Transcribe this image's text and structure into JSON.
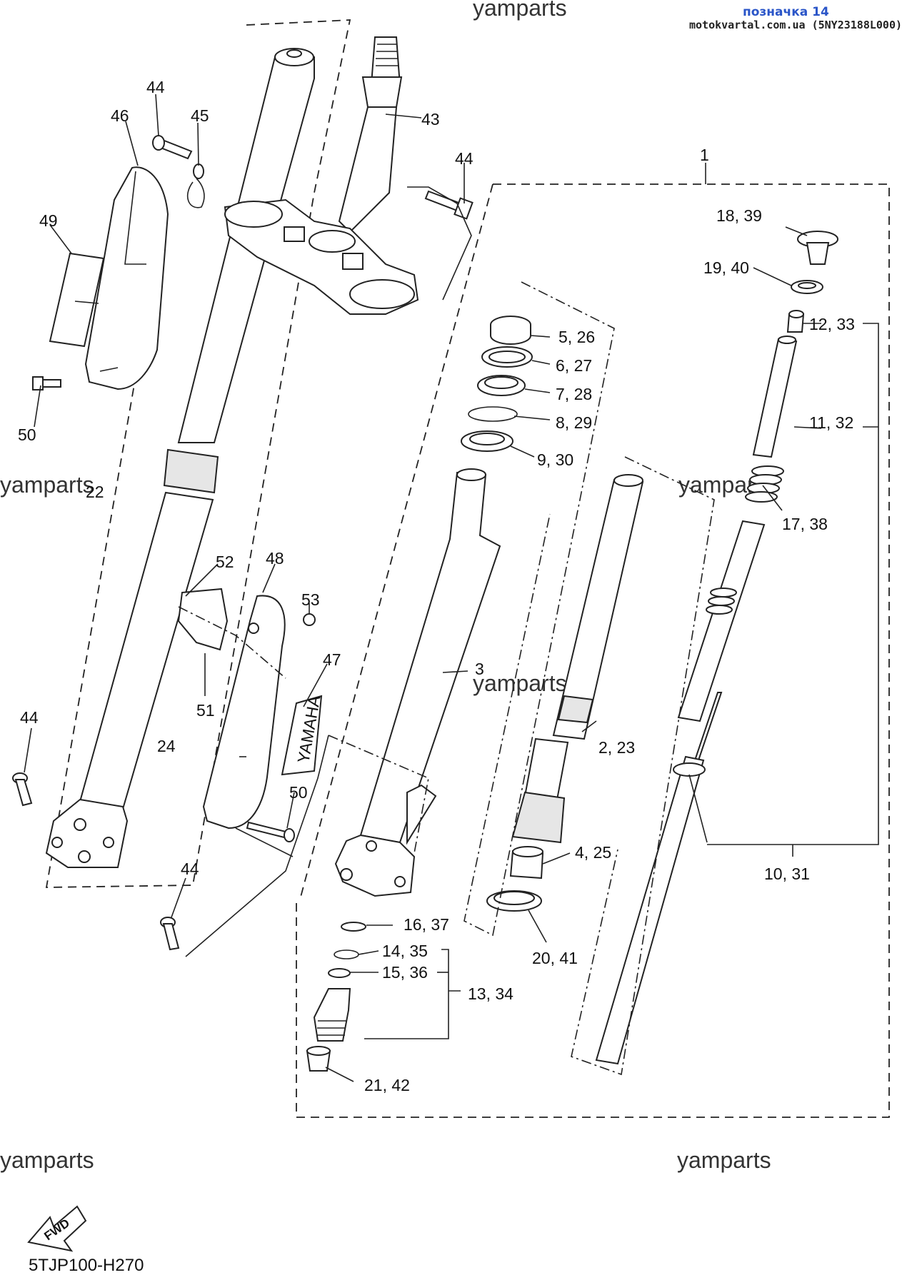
{
  "header": {
    "title": "позначка 14",
    "source": "motokvartal.com.ua (5NY23188L000)"
  },
  "watermark": "yamparts",
  "diagram_code": "5TJP100-H270",
  "fwd_label": "FWD",
  "labels": {
    "p1": "1",
    "p2_23": "2, 23",
    "p3": "3",
    "p4_25": "4, 25",
    "p5_26": "5, 26",
    "p6_27": "6, 27",
    "p7_28": "7, 28",
    "p8_29": "8, 29",
    "p9_30": "9, 30",
    "p10_31": "10, 31",
    "p11_32": "11, 32",
    "p12_33": "12, 33",
    "p13_34": "13, 34",
    "p14_35": "14, 35",
    "p15_36": "15, 36",
    "p16_37": "16, 37",
    "p17_38": "17, 38",
    "p18_39": "18, 39",
    "p19_40": "19, 40",
    "p20_41": "20, 41",
    "p21_42": "21, 42",
    "p22": "22",
    "p24": "24",
    "p43": "43",
    "p44_top": "44",
    "p44_right": "44",
    "p44_left": "44",
    "p44_bottom": "44",
    "p45": "45",
    "p46": "46",
    "p47": "47",
    "p48": "48",
    "p49": "49",
    "p50_left": "50",
    "p50_mid": "50",
    "p51": "51",
    "p52": "52",
    "p53": "53"
  },
  "guard_text": "YAMAHA"
}
